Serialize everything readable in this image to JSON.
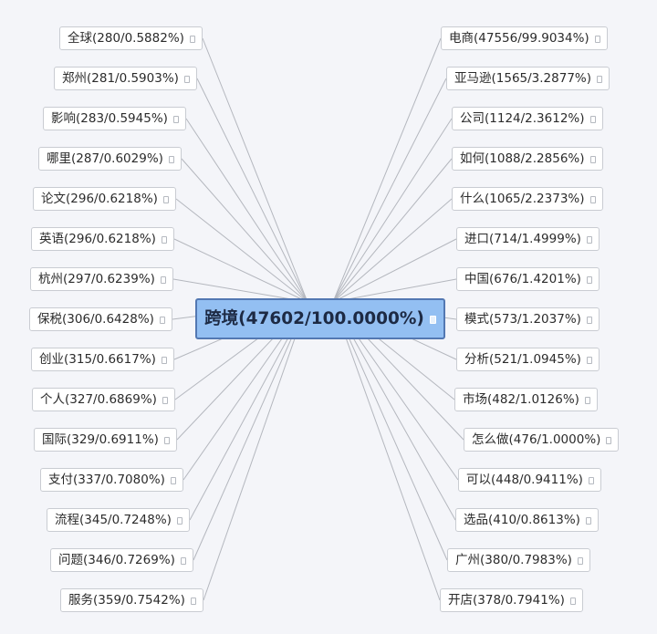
{
  "root": {
    "label": "跨境(47602/100.0000%)"
  },
  "left_nodes": [
    {
      "label": "全球(280/0.5882%)"
    },
    {
      "label": "郑州(281/0.5903%)"
    },
    {
      "label": "影响(283/0.5945%)"
    },
    {
      "label": "哪里(287/0.6029%)"
    },
    {
      "label": "论文(296/0.6218%)"
    },
    {
      "label": "英语(296/0.6218%)"
    },
    {
      "label": "杭州(297/0.6239%)"
    },
    {
      "label": "保税(306/0.6428%)"
    },
    {
      "label": "创业(315/0.6617%)"
    },
    {
      "label": "个人(327/0.6869%)"
    },
    {
      "label": "国际(329/0.6911%)"
    },
    {
      "label": "支付(337/0.7080%)"
    },
    {
      "label": "流程(345/0.7248%)"
    },
    {
      "label": "问题(346/0.7269%)"
    },
    {
      "label": "服务(359/0.7542%)"
    }
  ],
  "right_nodes": [
    {
      "label": "电商(47556/99.9034%)"
    },
    {
      "label": "亚马逊(1565/3.2877%)"
    },
    {
      "label": "公司(1124/2.3612%)"
    },
    {
      "label": "如何(1088/2.2856%)"
    },
    {
      "label": "什么(1065/2.2373%)"
    },
    {
      "label": "进口(714/1.4999%)"
    },
    {
      "label": "中国(676/1.4201%)"
    },
    {
      "label": "模式(573/1.2037%)"
    },
    {
      "label": "分析(521/1.0945%)"
    },
    {
      "label": "市场(482/1.0126%)"
    },
    {
      "label": "怎么做(476/1.0000%)"
    },
    {
      "label": "可以(448/0.9411%)"
    },
    {
      "label": "选品(410/0.8613%)"
    },
    {
      "label": "广州(380/0.7983%)"
    },
    {
      "label": "开店(378/0.7941%)"
    }
  ],
  "colors": {
    "line": "#b4b7be",
    "root_fill": "#93bff2",
    "root_border": "#5378b2"
  },
  "icons": {
    "node_note": "note-icon"
  }
}
